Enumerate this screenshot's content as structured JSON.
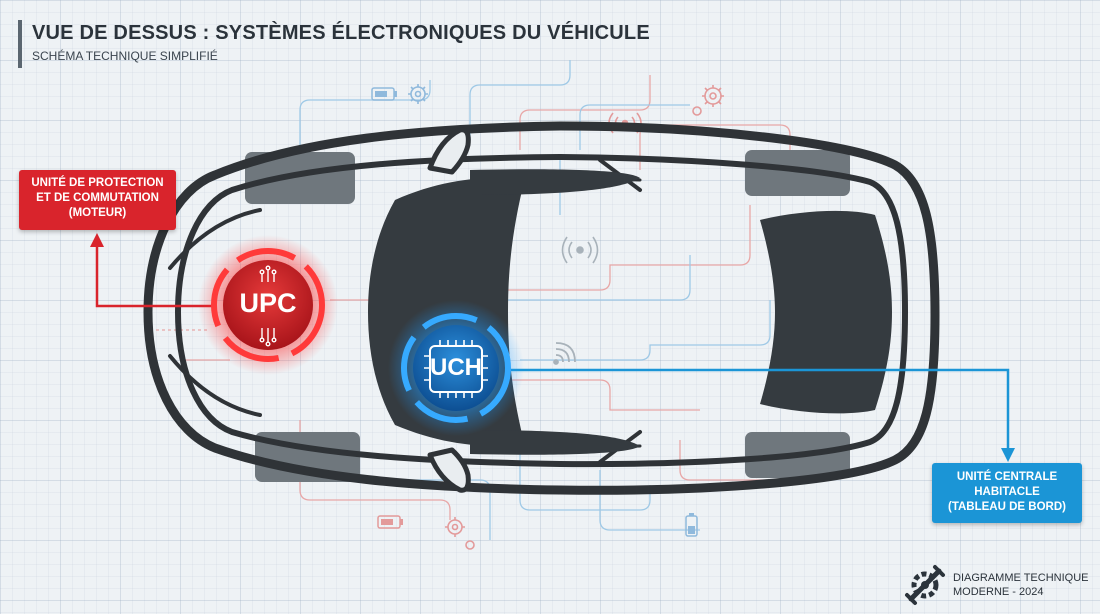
{
  "header": {
    "title": "VUE DE DESSUS : SYSTÈMES ÉLECTRONIQUES DU VÉHICULE",
    "subtitle": "SCHÉMA TECHNIQUE SIMPLIFIÉ"
  },
  "modules": {
    "upc": {
      "badge": "UPC",
      "callout_lines": [
        "UNITÉ DE PROTECTION",
        "ET DE COMMUTATION",
        "(MOTEUR)"
      ],
      "color": "#d9242c"
    },
    "uch": {
      "badge": "UCH",
      "callout_lines": [
        "UNITÉ CENTRALE",
        "HABITACLE",
        "(TABLEAU DE BORD)"
      ],
      "color": "#1b95d6"
    }
  },
  "footer": {
    "line1": "DIAGRAMME TECHNIQUE",
    "line2": "MODERNE - 2024",
    "icon": "gear-wrench-icon"
  },
  "decorations": {
    "icons": [
      "battery-icon",
      "gear-icon",
      "wifi-signal-icon",
      "antenna-icon",
      "chip-icon"
    ]
  }
}
